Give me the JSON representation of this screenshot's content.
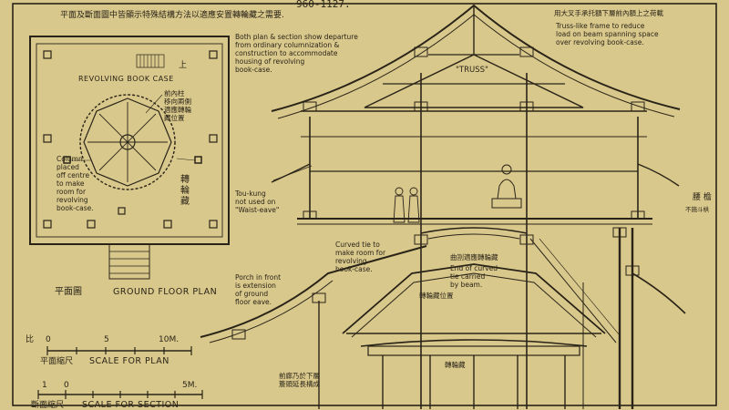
{
  "header": {
    "date_range": "960-1127.",
    "chinese_note": "平面及斷面圖中皆顯示特殊結構方法以適應安置轉輪藏之需要."
  },
  "plan": {
    "case_label": "REVOLVING BOOK CASE",
    "up_mark": "上",
    "col_note_zh": "前內柱\n移向兩側\n適應轉輪\n藏位置",
    "wheel_zh": "轉\n輪\n藏",
    "column_note": "Column\nplaced\noff centre\nto make\nroom for\nrevolving\nbook-case.",
    "caption_zh": "平面圖",
    "caption": "GROUND FLOOR PLAN"
  },
  "scales": {
    "plan_marks": [
      "0",
      "5",
      "10M."
    ],
    "plan_zh": "平面縮尺",
    "plan_label": "SCALE FOR PLAN",
    "section_marks": [
      "1",
      "0",
      "5M."
    ],
    "section_zh": "斷面縮尺",
    "section_label": "SCALE FOR SECTION",
    "left_zh": "比"
  },
  "section": {
    "intro_note": "Both plan & section show departure\nfrom ordinary columnization &\nconstruction to accommodate\nhousing of revolving\nbook-case.",
    "truss_label": "\"TRUSS\"",
    "top_right_zh": "用大叉手承托額下層前內額上之荷載",
    "truss_note": "Truss-like frame to reduce\nload on beam spanning space\nover revolving book-case.",
    "toukung_note": "Tou-kung\nnot used on\n\"Waist-eave\"",
    "right_zh": "腰 檐",
    "right_zh2": "不施斗栱",
    "tie_note": "Curved tie to\nmake room for\nrevolving\nbook-case.",
    "tie_zh": "曲劄適應轉輪藏",
    "tie_end_note": "End of curved\ntie carried\nby beam.",
    "wheel_pos_zh": "轉輪藏位置",
    "porch_note": "Porch in front\nis extension\nof ground\nfloor eave.",
    "porch_zh": "前廊乃於下層\n簷頭延長構成",
    "base_zh": "轉輪藏"
  },
  "colors": {
    "paper": "#d9c88c",
    "ink": "#2a2418"
  }
}
